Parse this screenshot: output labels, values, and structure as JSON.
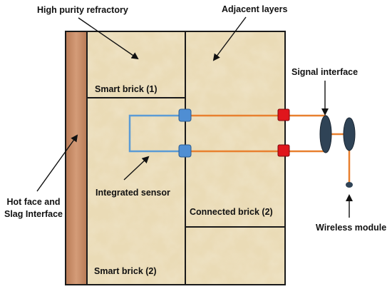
{
  "labels": {
    "high_purity_refractory": "High purity refractory",
    "adjacent_layers": "Adjacent layers",
    "signal_interface": "Signal interface",
    "smart_brick_1": "Smart brick (1)",
    "hot_face_line1": "Hot face and",
    "hot_face_line2": "Slag Interface",
    "integrated_sensor": "Integrated sensor",
    "connected_brick_2": "Connected brick (2)",
    "wireless_module": "Wireless module",
    "smart_brick_2": "Smart brick (2)"
  },
  "colors": {
    "hot_face": "#c8906a",
    "refractory": "#eadbb6",
    "sensor_wire": "#5b9bd5",
    "signal_wire": "#e8802f",
    "blue_node": "#4f8ed3",
    "red_node": "#e0161c",
    "interface_disc": "#2f4356",
    "outline": "#1a1a1a"
  }
}
